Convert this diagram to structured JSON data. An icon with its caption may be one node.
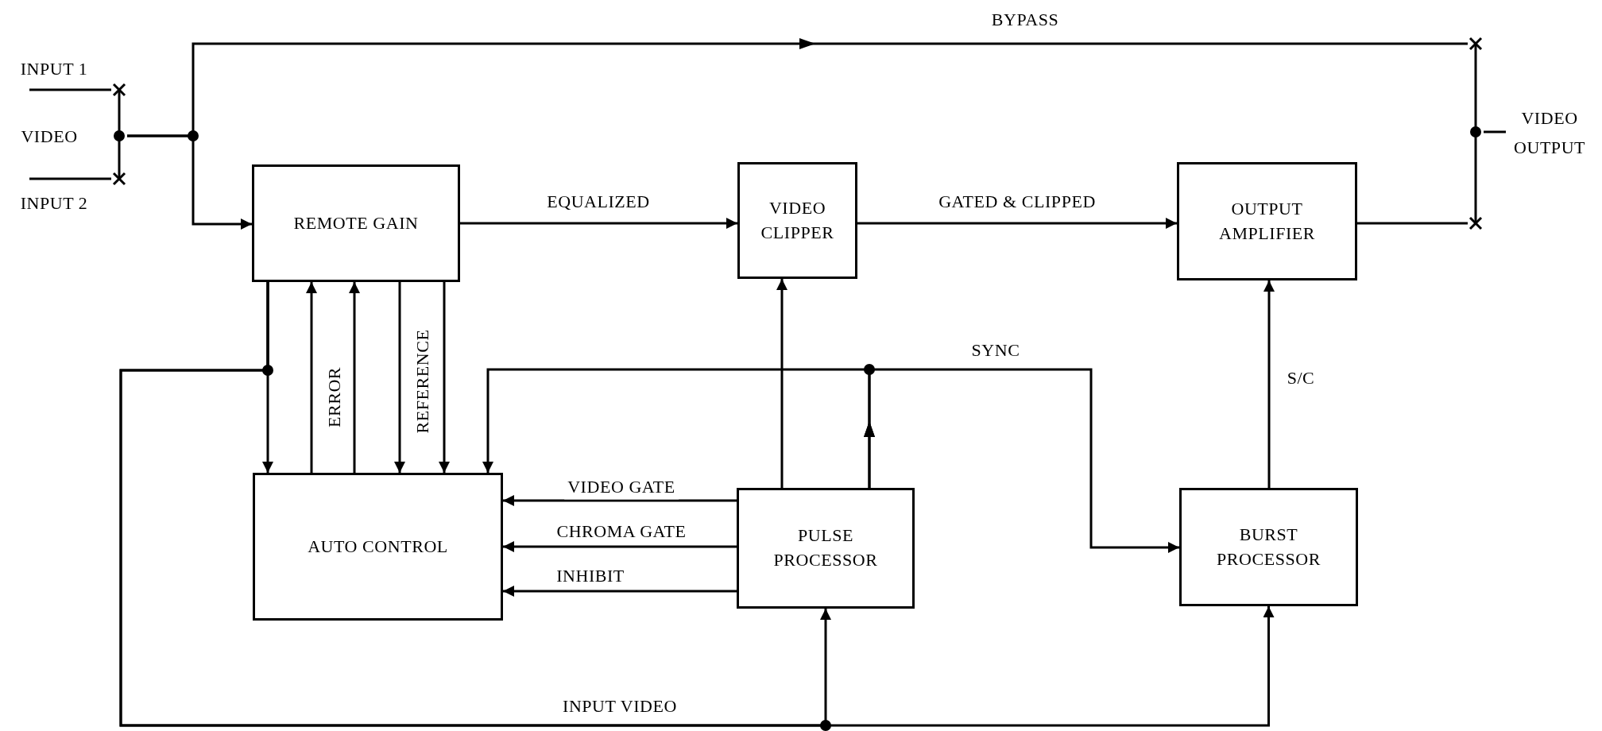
{
  "diagram": {
    "nodes": [
      {
        "text": [],
        "shape": "switch",
        "beside": [
          "VIDEO"
        ]
      },
      {
        "text": [
          "REMOTE GAIN"
        ]
      },
      {
        "text": [
          "VIDEO CLIPPER"
        ]
      },
      {
        "text": [
          "OUTPUT AMPLIFIER"
        ]
      },
      {
        "text": [],
        "shape": "switch"
      },
      {
        "text": [
          "VIDEO OUTPUT"
        ]
      },
      {
        "text": [
          "AUTO CONTROL"
        ]
      },
      {
        "text": [
          "PULSE PROCESSOR"
        ]
      },
      {
        "text": [
          "BURST PROCESSOR"
        ]
      }
    ],
    "edges": [
      {
        "from": null,
        "to": 0,
        "arrow": "none",
        "label": "INPUT 1"
      },
      {
        "from": null,
        "to": 0,
        "arrow": "none",
        "label": "INPUT 2"
      },
      {
        "from": 0,
        "to": 1,
        "arrow": "to"
      },
      {
        "from": 0,
        "to": 4,
        "arrow": "to",
        "label": "BYPASS"
      },
      {
        "from": 1,
        "to": 2,
        "arrow": "to",
        "label": "EQUALIZED"
      },
      {
        "from": 2,
        "to": 3,
        "arrow": "to",
        "label": "GATED & CLIPPED"
      },
      {
        "from": 3,
        "to": 4,
        "arrow": "none"
      },
      {
        "from": 4,
        "to": 5,
        "arrow": "none"
      },
      {
        "from": 1,
        "to": 6,
        "arrow": "to"
      },
      {
        "from": 6,
        "to": 1,
        "arrow": "to"
      },
      {
        "from": 6,
        "to": 1,
        "arrow": "to",
        "label": "ERROR"
      },
      {
        "from": 1,
        "to": 6,
        "arrow": "to"
      },
      {
        "from": 1,
        "to": 6,
        "arrow": "to",
        "label": "REFERENCE"
      },
      {
        "from": 1,
        "to": 7,
        "arrow": "to",
        "label": "INPUT VIDEO"
      },
      {
        "from": 1,
        "to": 8,
        "arrow": "to"
      },
      {
        "from": 7,
        "to": 2,
        "arrow": "to"
      },
      {
        "from": 7,
        "to": 6,
        "arrow": "to"
      },
      {
        "from": 7,
        "to": 8,
        "arrow": "to",
        "label": "SYNC"
      },
      {
        "from": 7,
        "to": 6,
        "arrow": "to",
        "label": "VIDEO GATE"
      },
      {
        "from": 7,
        "to": 6,
        "arrow": "to",
        "label": "CHROMA GATE"
      },
      {
        "from": 7,
        "to": 6,
        "arrow": "to",
        "label": "INHIBIT"
      },
      {
        "from": 8,
        "to": 3,
        "arrow": "to",
        "label": "S/C"
      }
    ]
  }
}
